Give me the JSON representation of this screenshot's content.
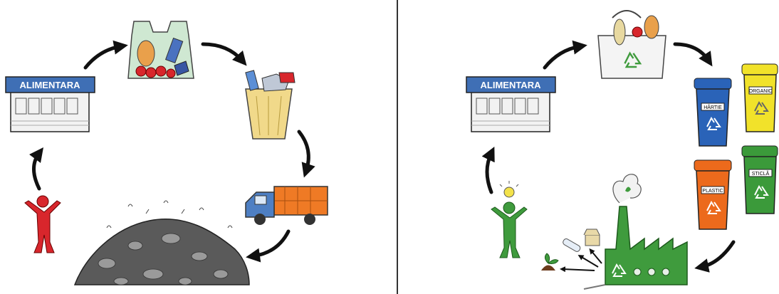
{
  "left_cycle": {
    "store_sign": "ALIMENTARA"
  },
  "right_cycle": {
    "store_sign": "ALIMENTARA",
    "bins": [
      {
        "label": "HÂRTIE",
        "color": "#2a63b8"
      },
      {
        "label": "ORGANIC",
        "color": "#f1e22a"
      },
      {
        "label": "PLASTIC",
        "color": "#ec6a1c"
      },
      {
        "label": "STICLĂ",
        "color": "#3b9a3a"
      }
    ]
  },
  "colors": {
    "person_left": "#d8262c",
    "person_right": "#3f9b3d",
    "factory": "#3f9b3d",
    "truck_cargo": "#ef7a25",
    "truck_cab": "#4e7fc3",
    "trash_can": "#f1d98a",
    "rubble": "#5a5a5a",
    "store_roof": "#3f6fb5"
  }
}
